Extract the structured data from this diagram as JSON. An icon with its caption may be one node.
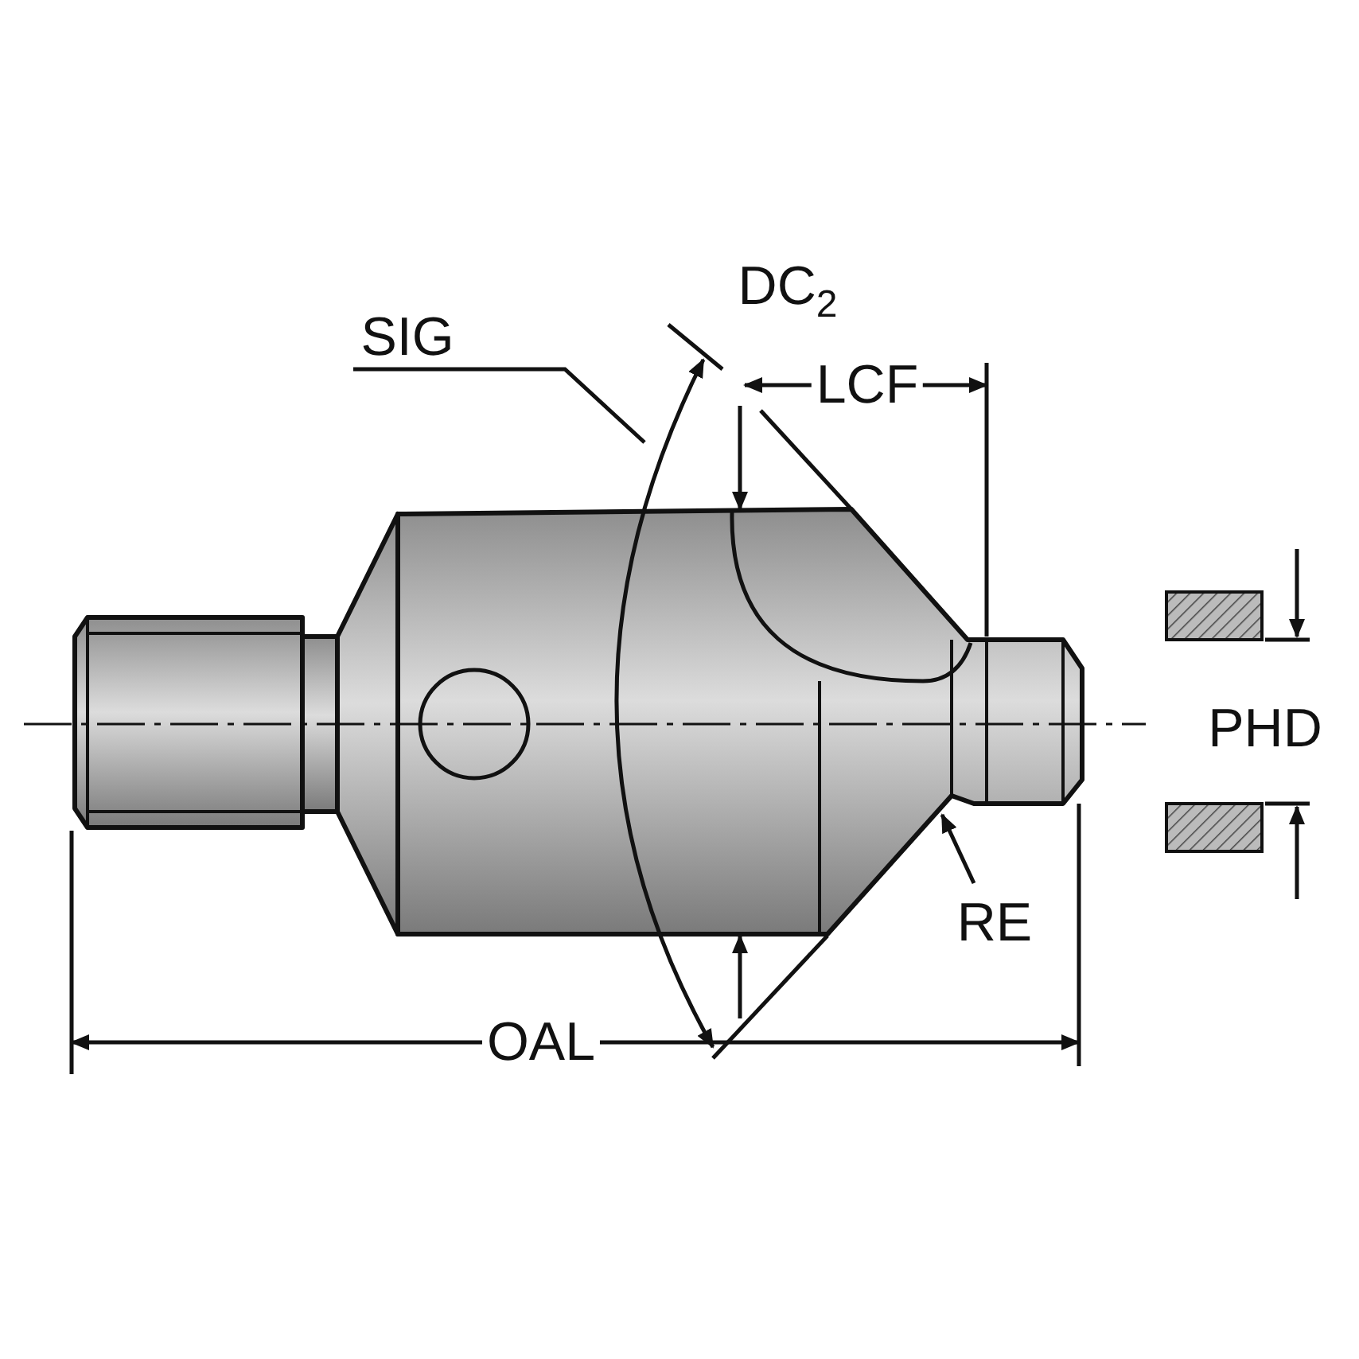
{
  "diagram": {
    "nodes": [
      {
        "text": [
          "SIG"
        ]
      },
      {
        "text": [
          "RE"
        ]
      },
      {
        "text": [],
        "shape": "picture"
      }
    ],
    "edges": [
      {
        "from": 0,
        "to": 2,
        "arrow": "none"
      },
      {
        "from": 1,
        "to": 2,
        "arrow": "to"
      }
    ],
    "labels": [
      "DC$_{2}$",
      "LCF",
      "PHD",
      "OAL"
    ]
  }
}
